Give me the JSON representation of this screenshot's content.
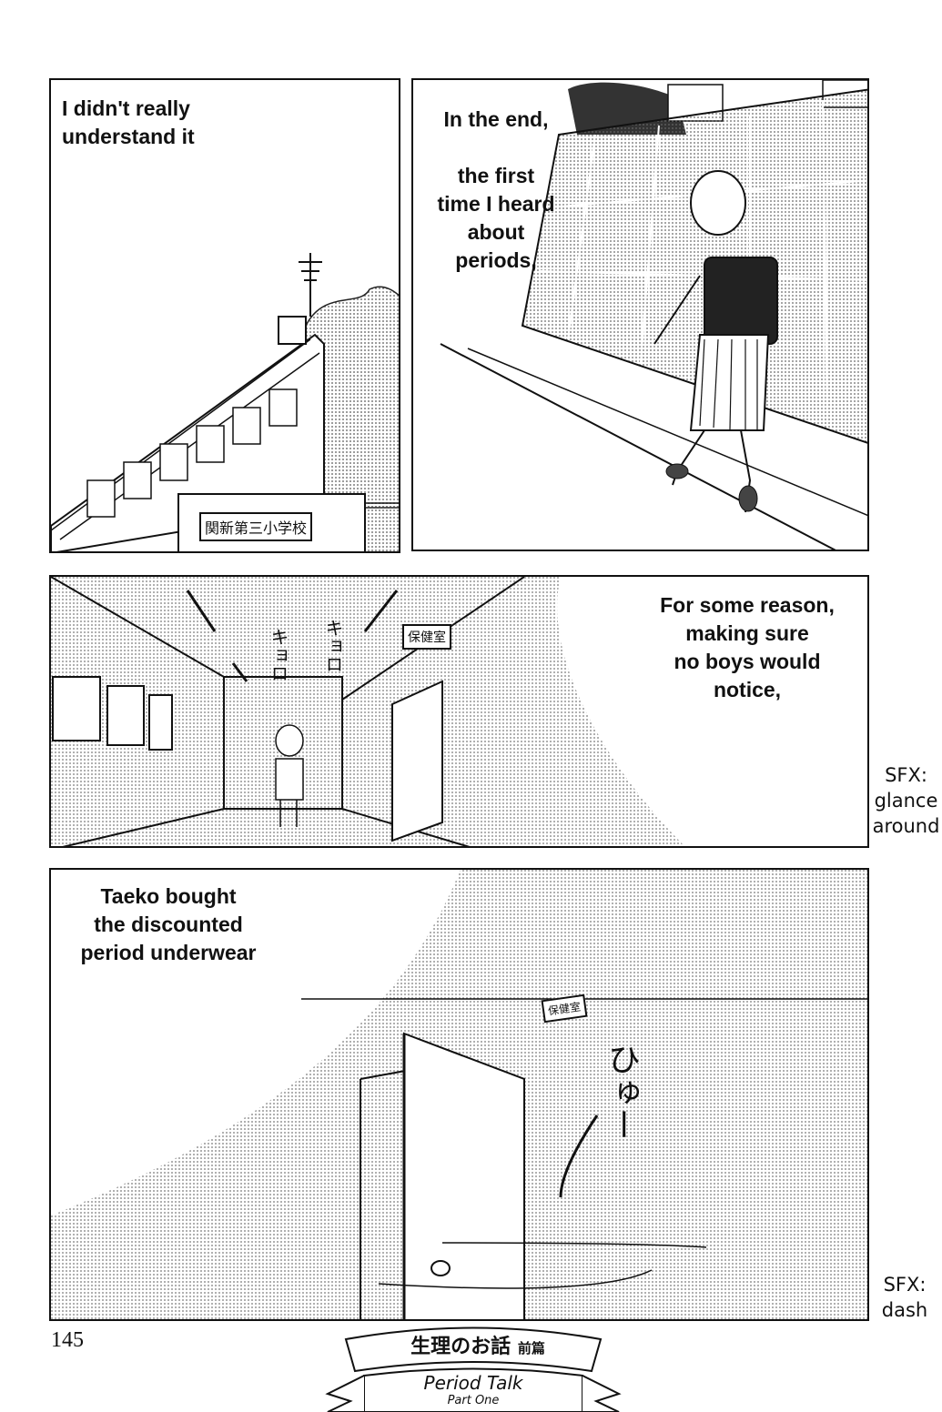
{
  "panels": {
    "p1": {
      "caption": "I didn't really\nunderstand it",
      "sign": "関新第三小学校"
    },
    "p2": {
      "caption": "In the end,\n\nthe first\ntime I heard\nabout\nperiods,"
    },
    "p3": {
      "caption": "For some reason,\nmaking sure\nno boys would\nnotice,",
      "sign": "保健室",
      "sfx_jp": [
        "キョロ",
        "キョロ"
      ]
    },
    "p4": {
      "caption": "Taeko bought\nthe discounted\nperiod underwear",
      "sign": "保健室",
      "sfx_jp": "ひゅー"
    }
  },
  "sfx_notes": {
    "glance": "SFX:\nglance\naround",
    "dash": "SFX:\ndash"
  },
  "footer": {
    "page_number": "145",
    "title_jp": "生理のお話",
    "title_jp_sub": "前篇",
    "title_en": "Period Talk",
    "subtitle_en": "Part One"
  }
}
